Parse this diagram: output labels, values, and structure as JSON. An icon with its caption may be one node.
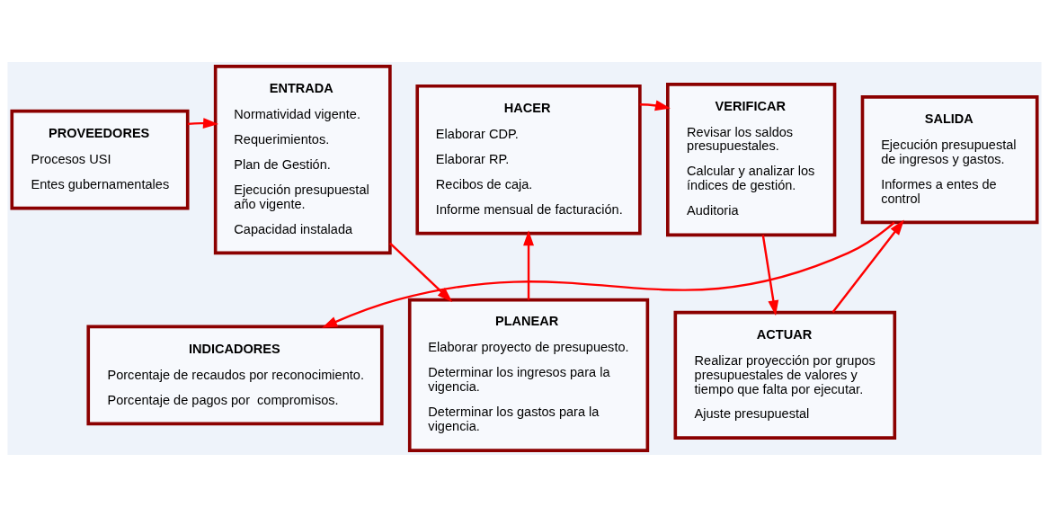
{
  "diagram": {
    "nodes": [
      {
        "text": [
          "PROVEEDORES",
          "Procesos USI",
          "Entes gubernamentales"
        ]
      },
      {
        "text": [
          "ENTRADA",
          "Normatividad vigente.",
          "Requerimientos.",
          "Plan de Gestión.",
          "Ejecución presupuestal año vigente.",
          "Capacidad instalada"
        ]
      },
      {
        "text": [
          "HACER",
          "Elaborar CDP.",
          "Elaborar RP.",
          "Recibos de caja.",
          "Informe mensual de facturación."
        ]
      },
      {
        "text": [
          "VERIFICAR",
          "Revisar los saldos presupuestales.",
          "Calcular y analizar los índices de gestión.",
          "Auditoria"
        ]
      },
      {
        "text": [
          "SALIDA",
          "Ejecución presupuestal de ingresos y gastos.",
          "Informes a entes de control"
        ]
      },
      {
        "text": [
          "PLANEAR",
          "Elaborar proyecto de presupuesto.",
          "Determinar los ingresos para la vigencia.",
          "Determinar los gastos para la vigencia."
        ]
      },
      {
        "text": [
          "ACTUAR",
          "Realizar proyección por grupos presupuestales de valores y tiempo que falta por ejecutar.",
          "Ajuste presupuestal"
        ]
      },
      {
        "text": [
          "INDICADORES",
          "Porcentaje de recaudos por reconocimiento.",
          "Porcentaje de pagos por  compromisos."
        ]
      }
    ],
    "edges": [
      {
        "from": 0,
        "to": 1,
        "arrow": "to"
      },
      {
        "from": 1,
        "to": 5,
        "arrow": "to"
      },
      {
        "from": 5,
        "to": 2,
        "arrow": "to"
      },
      {
        "from": 2,
        "to": 3,
        "arrow": "to"
      },
      {
        "from": 3,
        "to": 6,
        "arrow": "to"
      },
      {
        "from": 6,
        "to": 4,
        "arrow": "to"
      },
      {
        "from": 4,
        "to": 7,
        "arrow": "to"
      }
    ]
  }
}
